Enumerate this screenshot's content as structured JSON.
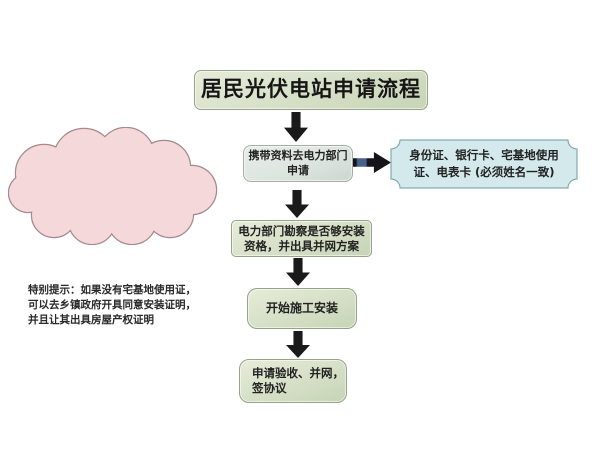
{
  "colors": {
    "node_green": "#d5dfc6",
    "node_green_border": "#95a388",
    "node_gray_green": "#dde5df",
    "node_cyan": "#d3e9eb",
    "node_cyan_border": "#82acb0",
    "cloud_pink": "#f5d8da",
    "cloud_outline": "#a5898e",
    "arrow_black": "#1a1a1a",
    "arrow_tail_highlight": "#46618c",
    "text": "#222222",
    "background": "#ffffff"
  },
  "flowchart": {
    "title": "居民光伏电站申请流程",
    "steps": {
      "apply": {
        "line1": "携带资料去电力部门",
        "line2": "申请"
      },
      "survey": {
        "line1": "电力部门勘察是否够安装",
        "line2": "资格，并出具并网方案"
      },
      "install": {
        "label": "开始施工安装"
      },
      "acceptance": {
        "line1": "申请验收、并网，",
        "line2": "签协议"
      }
    },
    "materials": {
      "line1": "身份证、银行卡、宅基地使用",
      "line2": "证、电表卡 (必须姓名一致)"
    },
    "note": {
      "line1": "特别提示：如果没有宅基地使用证，",
      "line2": "可以去乡镇政府开具同意安装证明，",
      "line3": "并且让其出具房屋产权证明"
    }
  }
}
